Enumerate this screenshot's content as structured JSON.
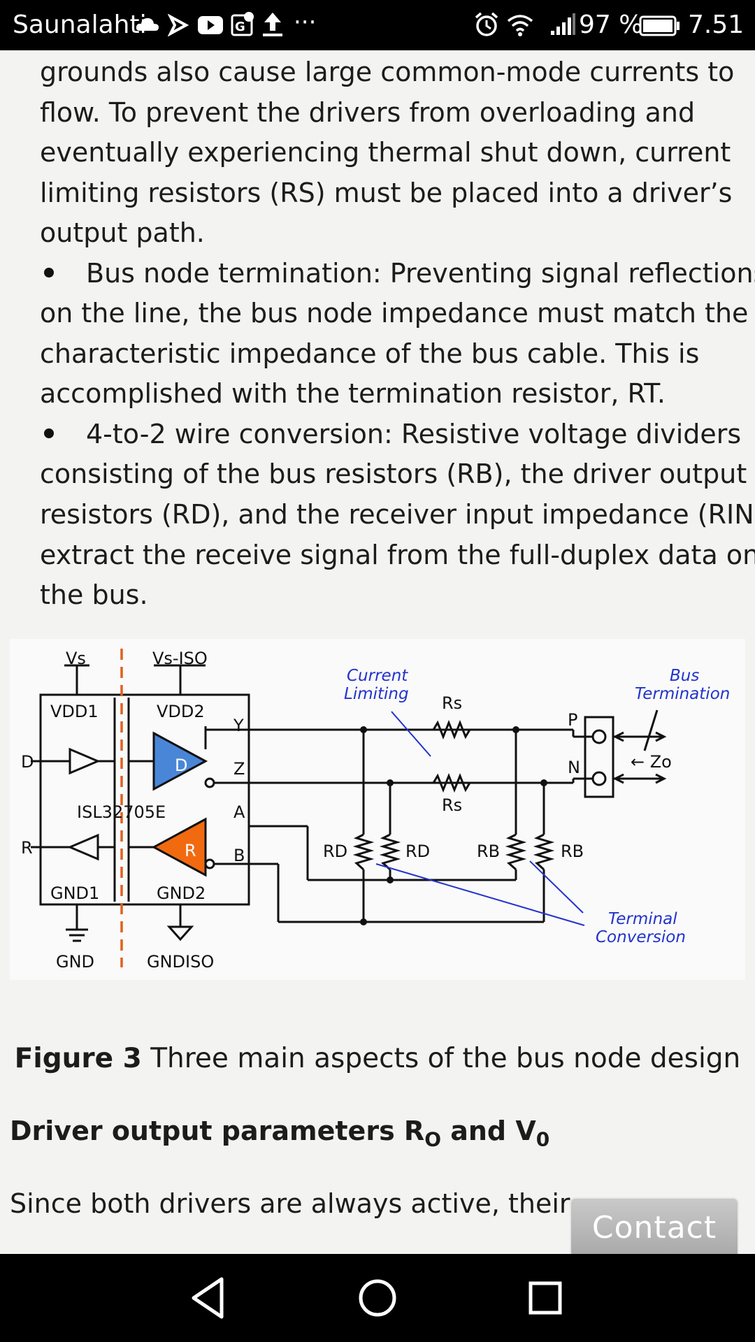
{
  "status_bar": {
    "carrier": "Saunalahti",
    "battery": "97 %",
    "time": "7.51",
    "more": "···"
  },
  "article": {
    "lines_top": [
      "grounds also cause large common-mode currents to",
      "flow. To prevent the drivers from overloading and",
      "eventually experiencing thermal shut down, current",
      "limiting resistors (RS) must be placed into a driver’s",
      "output path."
    ],
    "bullet1_first": "Bus node termination: Preventing signal reflections",
    "bullet1_rest": [
      "on the line, the bus node impedance must match the",
      "characteristic impedance of the bus cable. This is",
      "accomplished with the termination resistor, RT."
    ],
    "bullet2_first": "4-to-2 wire conversion: Resistive voltage dividers",
    "bullet2_rest": [
      "consisting of the bus resistors (RB), the driver output",
      "resistors (RD), and the receiver input impedance (RIN)",
      "extract the receive signal from the full-duplex data on",
      "the bus."
    ],
    "caption_label": "Figure 3",
    "caption_text": " Three main aspects of the bus node design",
    "subheading_a": "Driver output parameters R",
    "subheading_sub1": "O",
    "subheading_b": " and V",
    "subheading_sub2": "0",
    "last_line": "Since both drivers are always active, their o"
  },
  "figure": {
    "vs": "Vs",
    "vs_iso": "Vs-ISO",
    "vdd1": "VDD1",
    "vdd2": "VDD2",
    "chip": "ISL32705E",
    "gnd1": "GND1",
    "gnd2": "GND2",
    "gnd": "GND",
    "gnd_iso": "GNDISO",
    "pin_d": "D",
    "pin_r": "R",
    "pin_y": "Y",
    "pin_z": "Z",
    "pin_a": "A",
    "pin_b": "B",
    "driver": "D",
    "receiver": "R",
    "current_limiting_1": "Current",
    "current_limiting_2": "Limiting",
    "bus_termination_1": "Bus",
    "bus_termination_2": "Termination",
    "terminal_conversion_1": "Terminal",
    "terminal_conversion_2": "Conversion",
    "rs": "Rs",
    "rd": "RD",
    "rb": "RB",
    "p": "P",
    "n": "N",
    "zo": "← Zo"
  },
  "contact_button": "Contact",
  "colors": {
    "driver_blue": "#4a86d8",
    "receiver_orange": "#f26a10",
    "annotation_blue": "#2233cc",
    "isolation": "#e06020"
  }
}
